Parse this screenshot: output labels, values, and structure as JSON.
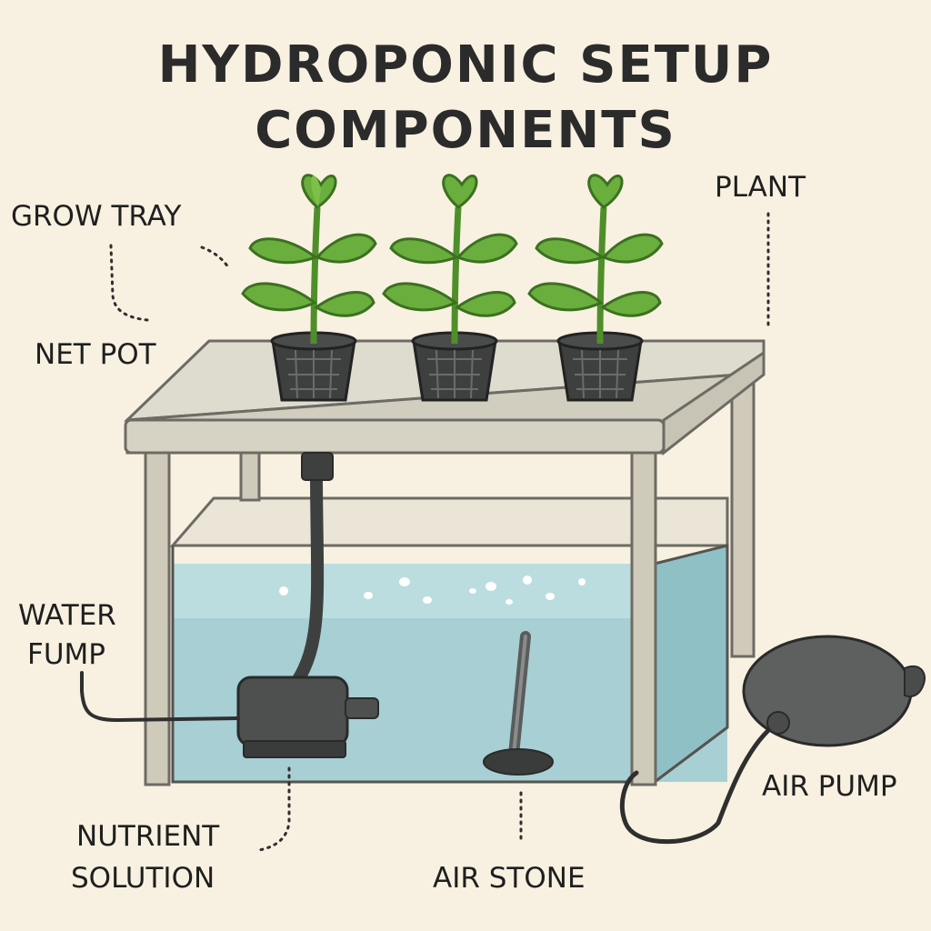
{
  "title": {
    "line1": "HYDROPONIC SETUP",
    "line2": "COMPONENTS"
  },
  "labels": {
    "grow_tray": "GROW TRAY",
    "plant": "PLANT",
    "net_pot": "NET POT",
    "water_pump_line1": "WATER",
    "water_pump_line2": "FUMP",
    "air_pump": "AIR PUMP",
    "nutrient_line1": "NUTRIENT",
    "nutrient_line2": "SOLUTION",
    "air_stone": "AIR STONE"
  },
  "colors": {
    "background": "#f8f1e1",
    "leaf": "#6aae3e",
    "tray": "#d9d6c9",
    "water": "#9fcbd0",
    "pump": "#4e5050",
    "outline": "#2f2f2f"
  }
}
